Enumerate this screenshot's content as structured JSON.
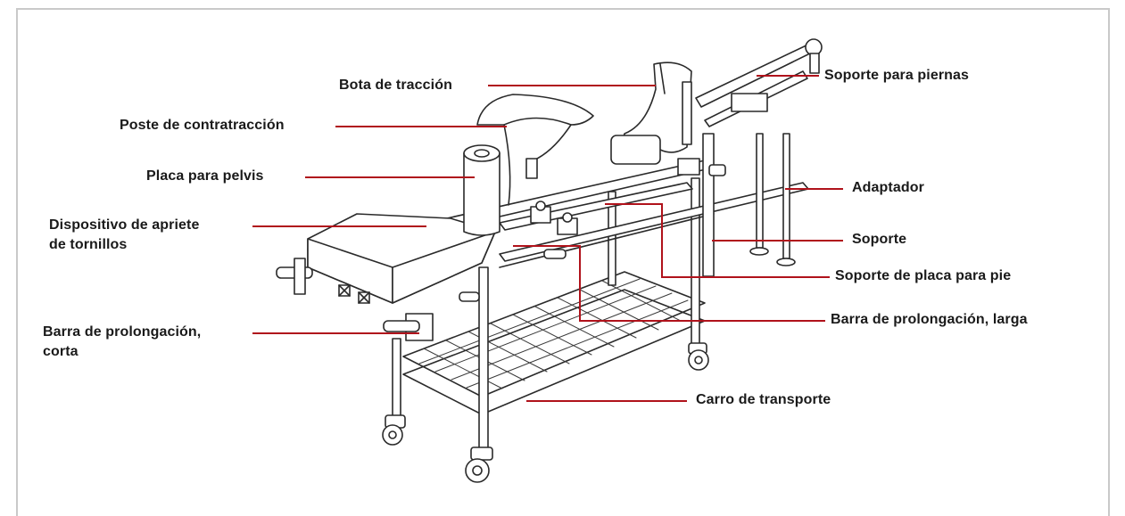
{
  "figure": {
    "accent_color": "#b0121b",
    "line_color": "#2a2a2a",
    "frame_color": "#c9c9c9"
  },
  "labels": {
    "bota": "Bota de tracción",
    "poste": "Poste de contratracción",
    "placa_pelvis": "Placa para pelvis",
    "dispositivo_l1": "Dispositivo de apriete",
    "dispositivo_l2": "de tornillos",
    "barra_corta_l1": "Barra de prolongación,",
    "barra_corta_l2": "corta",
    "soporte_piernas": "Soporte para piernas",
    "adaptador": "Adaptador",
    "soporte": "Soporte",
    "soporte_placa_pie": "Soporte de placa para pie",
    "barra_larga": "Barra de prolongación, larga",
    "carro": "Carro de transporte"
  }
}
